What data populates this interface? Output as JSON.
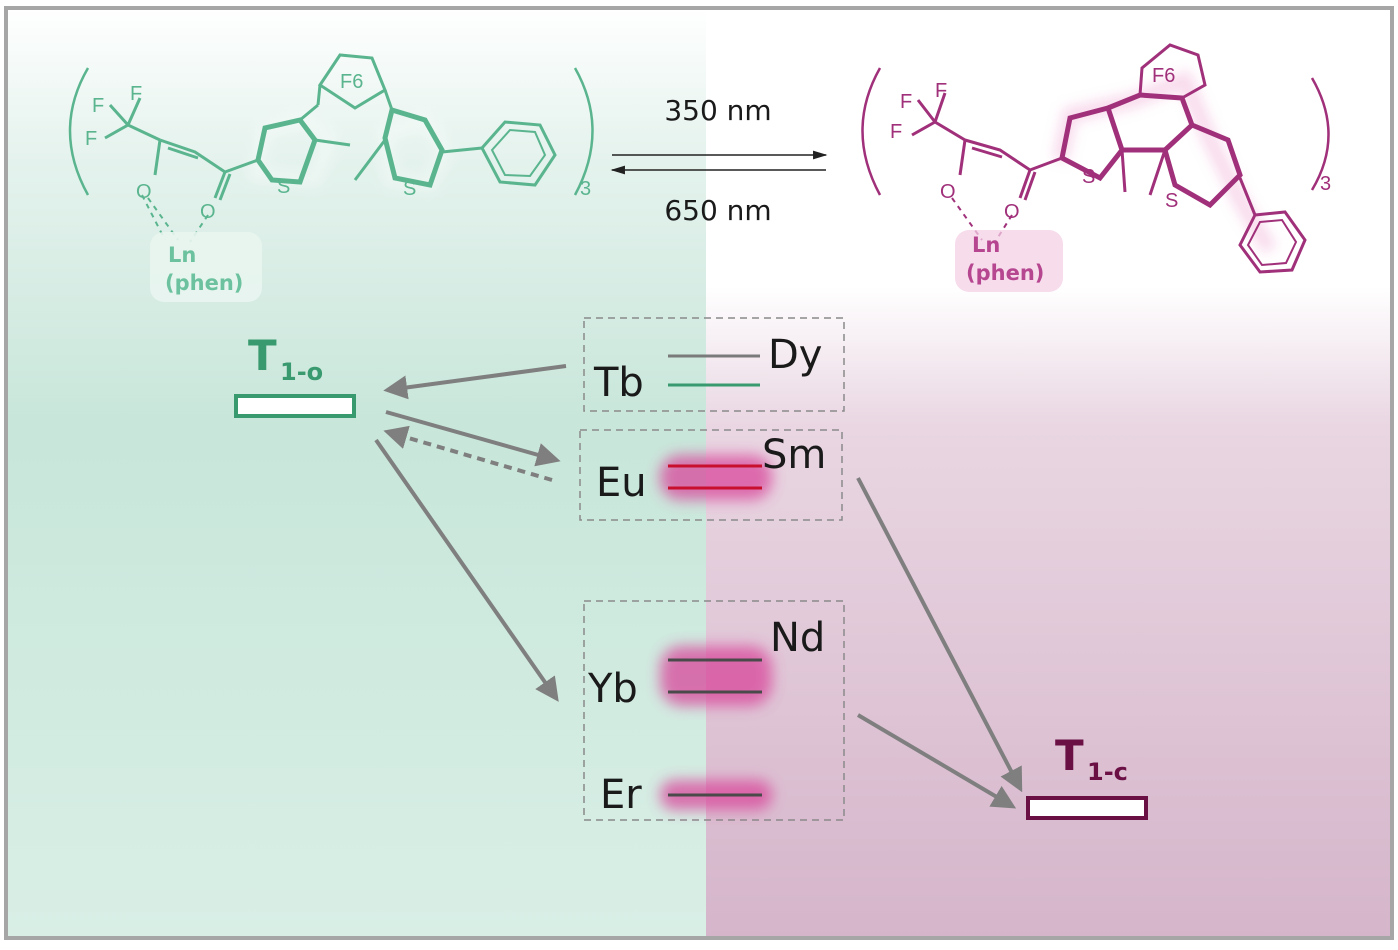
{
  "wavelengths": {
    "forward": "350 nm",
    "reverse": "650 nm"
  },
  "left_molecule": {
    "color": "#5ab58f",
    "atoms": {
      "f1": "F",
      "f2": "F",
      "f3": "F",
      "o1": "O",
      "o2": "O",
      "s1": "S",
      "s2": "S",
      "ring": "F6"
    },
    "metal": "Ln",
    "ligand": "(phen)",
    "subscript": "3"
  },
  "right_molecule": {
    "color": "#a0307a",
    "atoms": {
      "f1": "F",
      "f2": "F",
      "f3": "F",
      "o1": "O",
      "o2": "O",
      "s1": "S",
      "s2": "S",
      "ring": "F6"
    },
    "metal": "Ln",
    "ligand": "(phen)",
    "subscript": "3"
  },
  "triplet_open": {
    "main": "T",
    "sub": "1-o",
    "color": "#3a9a6f"
  },
  "triplet_closed": {
    "main": "T",
    "sub": "1-c",
    "color": "#6a1044"
  },
  "ions": {
    "tb": "Tb",
    "dy": "Dy",
    "eu": "Eu",
    "sm": "Sm",
    "yb": "Yb",
    "nd": "Nd",
    "er": "Er"
  },
  "colors": {
    "left_bg": "#cfe9df",
    "right_bg": "#dcc0d3",
    "arrow": "#7f7f7f",
    "glow": "#d9479b",
    "red_level": "#c8102e"
  }
}
